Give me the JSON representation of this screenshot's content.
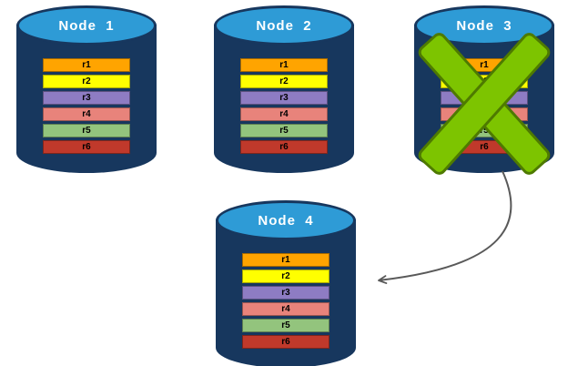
{
  "nodes": [
    {
      "id": "node-1",
      "label": "Node  1",
      "failed": false
    },
    {
      "id": "node-2",
      "label": "Node  2",
      "failed": false
    },
    {
      "id": "node-3",
      "label": "Node  3",
      "failed": true
    },
    {
      "id": "node-4",
      "label": "Node  4",
      "failed": false
    }
  ],
  "records": [
    {
      "label": "r1",
      "color": "#FFA400"
    },
    {
      "label": "r2",
      "color": "#FFFF00"
    },
    {
      "label": "r3",
      "color": "#8E7CC3"
    },
    {
      "label": "r4",
      "color": "#E8837B"
    },
    {
      "label": "r5",
      "color": "#93C47D"
    },
    {
      "label": "r6",
      "color": "#C0392B"
    }
  ],
  "colors": {
    "cylinder_body": "#17375E",
    "cylinder_top": "#2E9BD6",
    "node_label_text": "#FFFFFF",
    "record_text": "#000000",
    "fail_x": "#7DC400",
    "fail_x_border": "#4E7A00",
    "arrow": "#595959"
  }
}
